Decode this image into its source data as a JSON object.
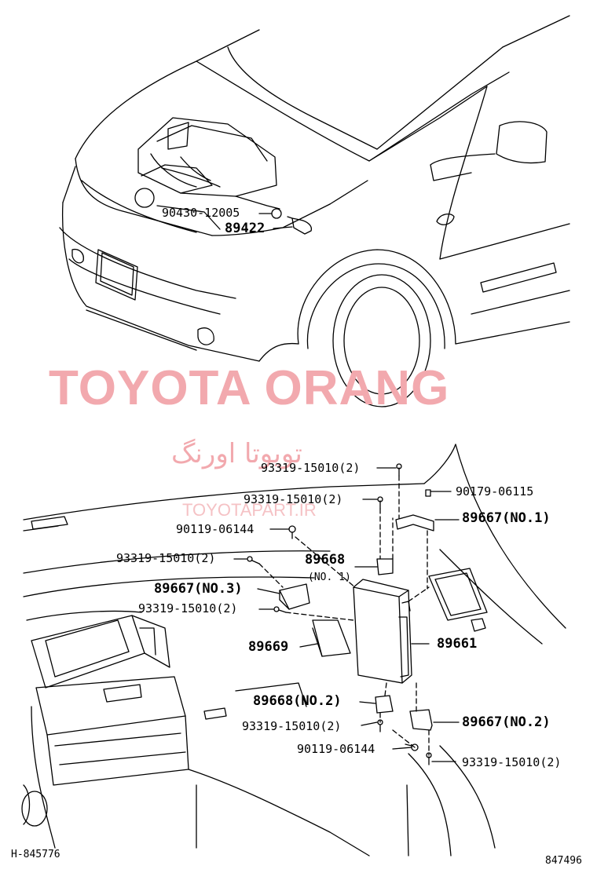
{
  "watermark": {
    "title": "TOYOTA ORANG",
    "persian": "تویوتا اورنگ",
    "url": "TOYOTAPART.IR"
  },
  "parts": {
    "p_90430": "90430-12005",
    "p_89422": "89422",
    "p_93319_a": "93319-15010(2)",
    "p_93319_b": "93319-15010(2)",
    "p_90179": "90179-06115",
    "p_89667_no1": "89667(NO.1)",
    "p_90119_a": "90119-06144",
    "p_93319_c": "93319-15010(2)",
    "p_89668_top": "89668",
    "p_89668_top_sub": "(NO. 1)",
    "p_89667_no3": "89667(NO.3)",
    "p_93319_d": "93319-15010(2)",
    "p_89669": "89669",
    "p_89661": "89661",
    "p_89668_no2": "89668(NO.2)",
    "p_89667_no2": "89667(NO.2)",
    "p_93319_e": "93319-15010(2)",
    "p_90119_b": "90119-06144",
    "p_93319_f": "93319-15010(2)"
  },
  "footer": {
    "left_code": "H-845776",
    "right_code": "847496"
  }
}
